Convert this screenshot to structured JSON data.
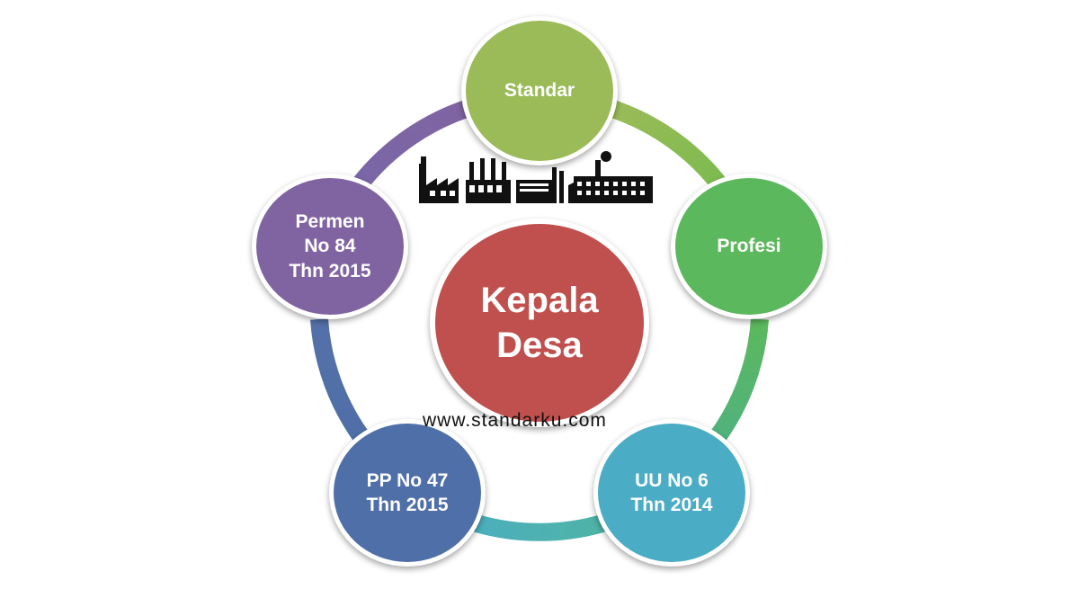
{
  "center": {
    "label": "Kepala\nDesa",
    "color": "#c0504d"
  },
  "nodes": [
    {
      "id": "standar",
      "label": "Standar",
      "color": "#9bbb59"
    },
    {
      "id": "profesi",
      "label": "Profesi",
      "color": "#5cb85c"
    },
    {
      "id": "uu",
      "label": "UU No 6\nThn 2014",
      "color": "#4bacc6"
    },
    {
      "id": "pp",
      "label": "PP No 47\nThn 2015",
      "color": "#4f6fa8"
    },
    {
      "id": "permen",
      "label": "Permen\nNo 84\nThn 2015",
      "color": "#8064a2"
    }
  ],
  "watermark": "www.standarku.com",
  "icons": [
    "factory-icon"
  ]
}
